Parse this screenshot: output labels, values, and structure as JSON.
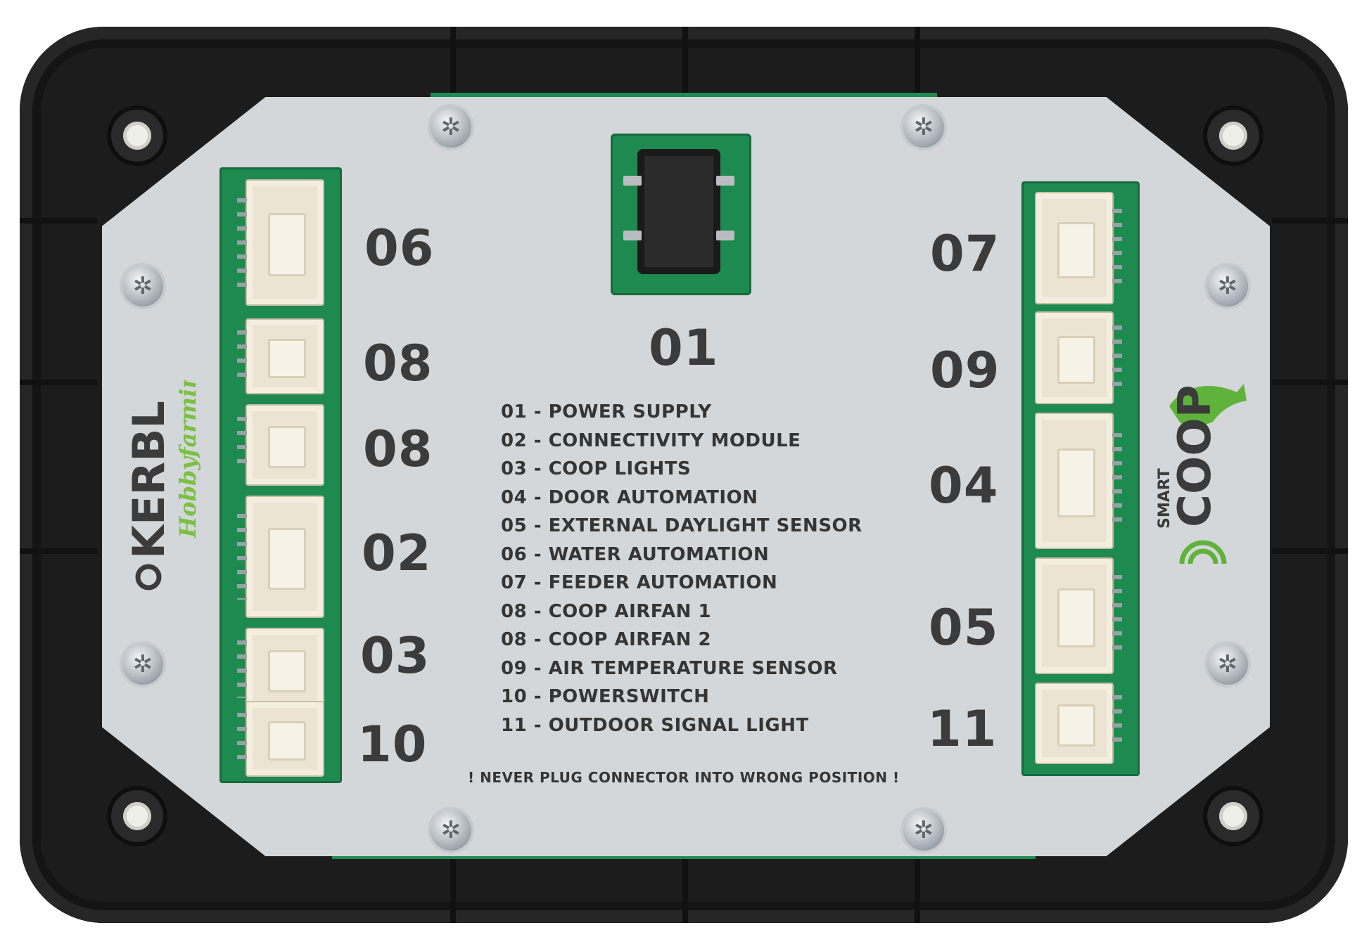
{
  "connectors_left": [
    "06",
    "08",
    "08",
    "02",
    "03",
    "10"
  ],
  "connectors_right": [
    "07",
    "09",
    "04",
    "05",
    "11"
  ],
  "power_label": "01",
  "legend": [
    "01 - POWER SUPPLY",
    "02 - CONNECTIVITY MODULE",
    "03 - COOP LIGHTS",
    "04 - DOOR AUTOMATION",
    "05 - EXTERNAL DAYLIGHT SENSOR",
    "06 - WATER AUTOMATION",
    "07 - FEEDER AUTOMATION",
    "08 - COOP AIRFAN 1",
    "08 - COOP AIRFAN 2",
    "09 - AIR TEMPERATURE SENSOR",
    "10 - POWERSWITCH",
    "11 - OUTDOOR SIGNAL LIGHT"
  ],
  "warning": "! NEVER PLUG CONNECTOR INTO WRONG POSITION !",
  "logos": {
    "kerbl": "KERBL",
    "kerbl_sub": "Hobbyfarming",
    "smart": "SMART",
    "coop": "COOP"
  },
  "colors": {
    "housing": "#1c1c1c",
    "panel": "#d4d7d9",
    "pcb": "#1e8a4f",
    "text": "#3b3b3b",
    "kerbl_green": "#7bc043"
  }
}
